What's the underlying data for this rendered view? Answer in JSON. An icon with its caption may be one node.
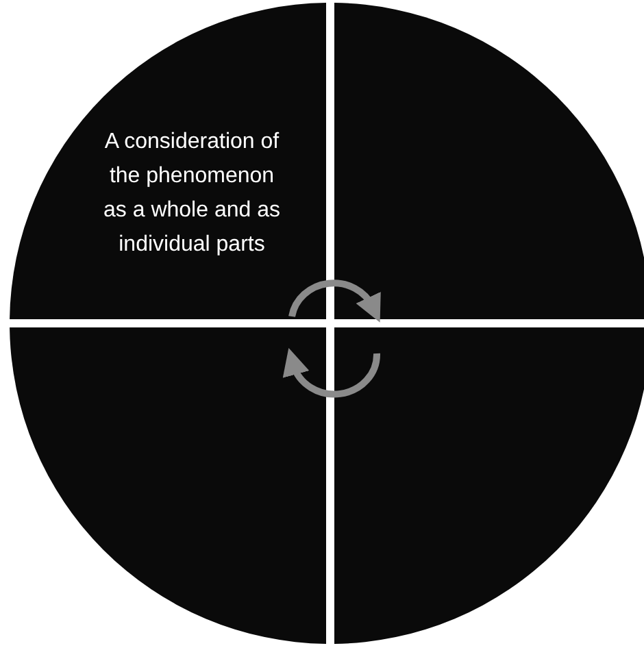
{
  "diagram": {
    "nodes": [
      {
        "text": [
          "A consideration of the phenomenon as a whole and as individual parts"
        ]
      },
      {
        "text": [],
        "shape": "sector"
      },
      {
        "text": [],
        "shape": "sector"
      },
      {
        "text": [],
        "shape": "sector"
      }
    ],
    "edges": [
      {
        "from": 0,
        "to": 1,
        "arrow": "to"
      },
      {
        "from": 3,
        "to": 2,
        "arrow": "to"
      }
    ]
  }
}
